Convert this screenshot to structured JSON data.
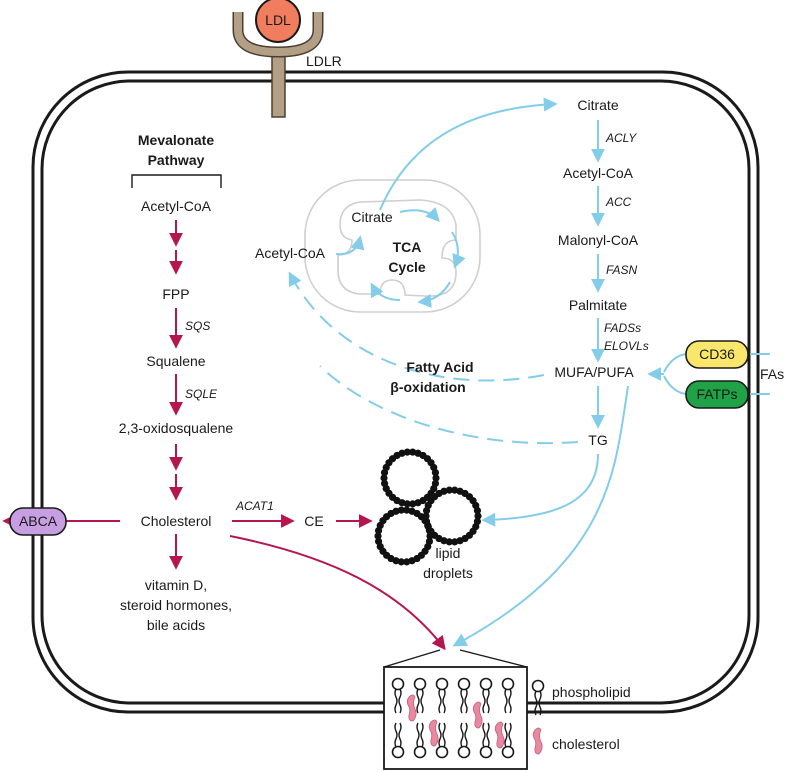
{
  "labels": {
    "ldl": "LDL",
    "ldlr": "LDLR",
    "mevalonate_line1": "Mevalonate",
    "mevalonate_line2": "Pathway",
    "acetyl_coa_left": "Acetyl-CoA",
    "fpp": "FPP",
    "squalene": "Squalene",
    "oxidosqualene": "2,3-oxidosqualene",
    "cholesterol": "Cholesterol",
    "products_line1": "vitamin D,",
    "products_line2": "steroid hormones,",
    "products_line3": "bile acids",
    "ce": "CE",
    "lipid_line1": "lipid",
    "lipid_line2": "droplets",
    "abca": "ABCA",
    "citrate_inner": "Citrate",
    "acetyl_coa_mid": "Acetyl-CoA",
    "tca_line1": "TCA",
    "tca_line2": "Cycle",
    "citrate_right": "Citrate",
    "acetyl_coa_right": "Acetyl-CoA",
    "malonyl_coa": "Malonyl-CoA",
    "palmitate": "Palmitate",
    "mufa_pufa": "MUFA/PUFA",
    "tg": "TG",
    "fa_ox_line1": "Fatty Acid",
    "fa_ox_line2": "β-oxidation",
    "cd36": "CD36",
    "fatps": "FATPs",
    "fas": "FAs",
    "phospholipid": "phospholipid",
    "cholesterol_legend": "cholesterol"
  },
  "enzymes": {
    "sqs": "SQS",
    "sqle": "SQLE",
    "acat1": "ACAT1",
    "acly": "ACLY",
    "acc": "ACC",
    "fasn": "FASN",
    "fads_elovl_line1": "FADSs",
    "fads_elovl_line2": "ELOVLs"
  },
  "colors": {
    "crimson_arrow": "#b5174c",
    "light_blue_arrow": "#84cdea",
    "ldl_fill": "#f07d5e",
    "receptor_fill": "#b39f86",
    "abca_fill": "#c89ee3",
    "cd36_fill": "#f8e76a",
    "fatps_fill": "#20a246",
    "cholesterol_pink": "#e9899f",
    "mitochondria_stroke": "#cfcfcf",
    "membrane": "#1a1a1a"
  },
  "icons": [
    "ldl-particle-icon",
    "ldl-receptor-icon",
    "mitochondrion-icon",
    "lipid-droplet-icon",
    "phospholipid-icon",
    "cholesterol-icon"
  ]
}
